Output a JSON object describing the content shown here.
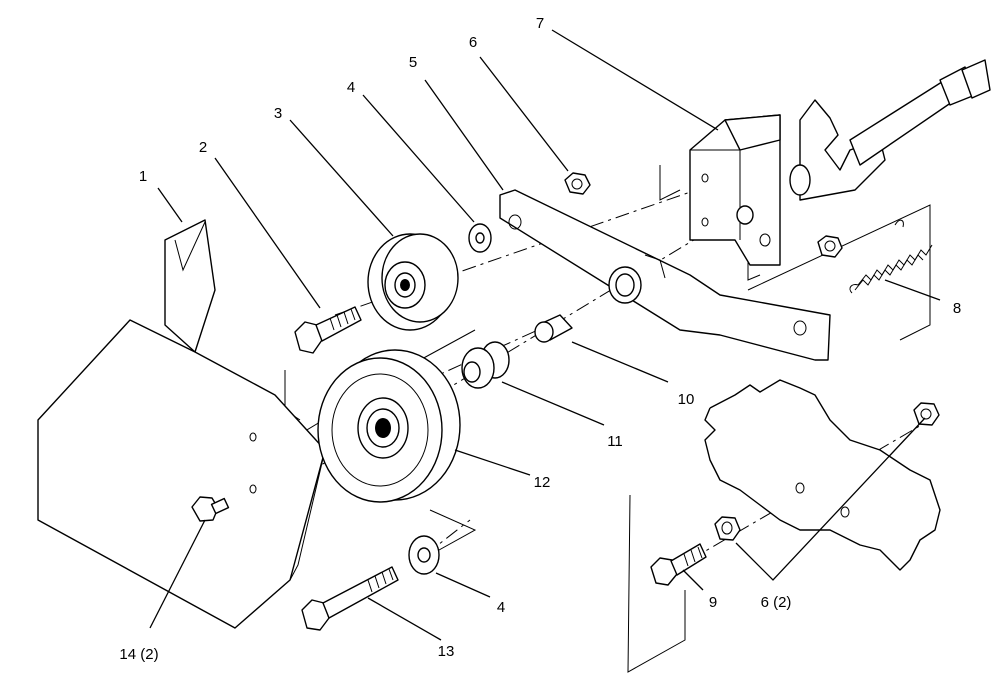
{
  "callouts": [
    {
      "id": "c1",
      "label": "1"
    },
    {
      "id": "c2",
      "label": "2"
    },
    {
      "id": "c3",
      "label": "3"
    },
    {
      "id": "c4a",
      "label": "4"
    },
    {
      "id": "c5",
      "label": "5"
    },
    {
      "id": "c6a",
      "label": "6"
    },
    {
      "id": "c7",
      "label": "7"
    },
    {
      "id": "c8",
      "label": "8"
    },
    {
      "id": "c9",
      "label": "9"
    },
    {
      "id": "c6b",
      "label": "6 (2)"
    },
    {
      "id": "c10",
      "label": "10"
    },
    {
      "id": "c11",
      "label": "11"
    },
    {
      "id": "c12",
      "label": "12"
    },
    {
      "id": "c4b",
      "label": "4"
    },
    {
      "id": "c13",
      "label": "13"
    },
    {
      "id": "c14",
      "label": "14 (2)"
    }
  ],
  "colors": {
    "line": "#000000",
    "background": "#ffffff"
  }
}
